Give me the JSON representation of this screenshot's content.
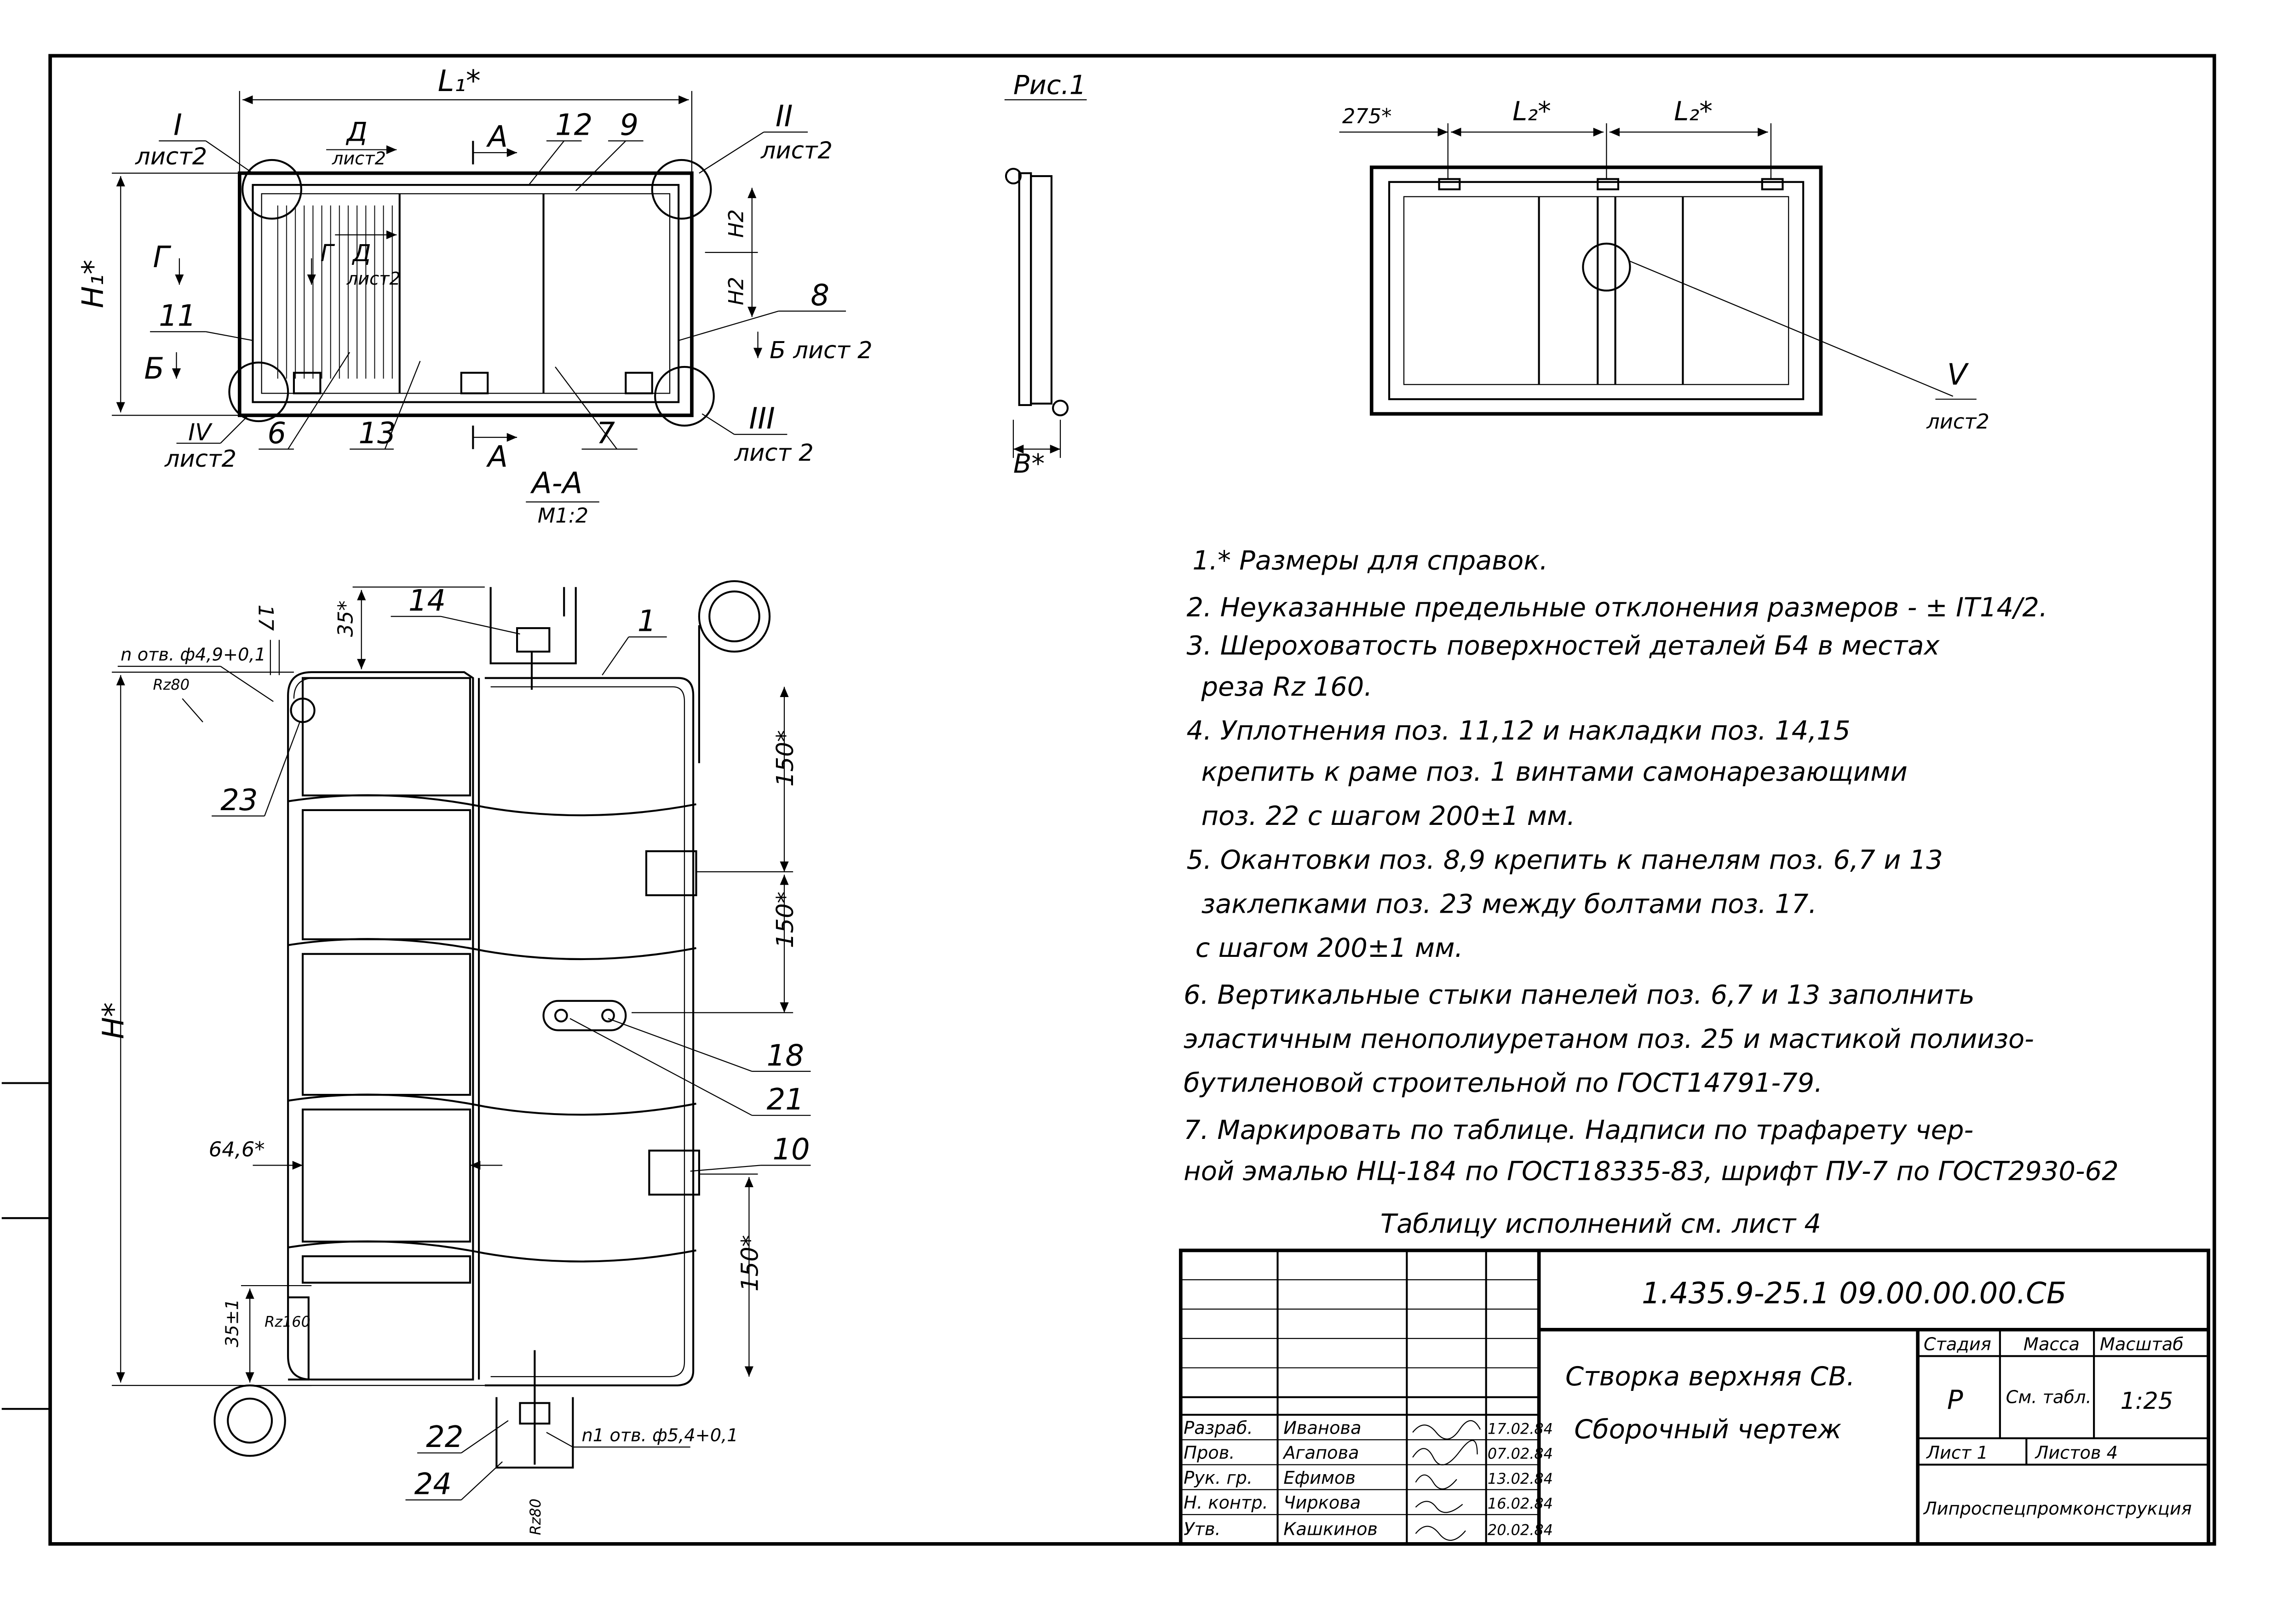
{
  "figure_label": "Рис.1",
  "section_title": "А-А",
  "section_scale": "М1:2",
  "top_view": {
    "dim_L1": "L₁*",
    "dim_H1": "H₁*",
    "dim_H2a": "H2",
    "dim_H2b": "H2",
    "callout_I": "I",
    "callout_II": "II",
    "callout_III": "III",
    "callout_IV": "IV",
    "sheet_ref_I": "лист2",
    "sheet_ref_II": "лист2",
    "sheet_ref_III": "лист 2",
    "sheet_ref_IV": "лист2",
    "view_D": "Д",
    "view_D_sheet": "лист2",
    "view_D2": "Д",
    "view_D2_sheet": "лист2",
    "view_G": "Г",
    "view_G2": "Г",
    "view_B_left": "Б",
    "view_B_right": "Б лист 2",
    "section_A_top": "А",
    "section_A_bottom": "А",
    "pos_12": "12",
    "pos_9": "9",
    "pos_8": "8",
    "pos_11": "11",
    "pos_7": "7",
    "pos_6": "6",
    "pos_13": "13"
  },
  "side_view": {
    "dim_B": "B*"
  },
  "right_view": {
    "dim_275": "275*",
    "dim_L2a": "L₂*",
    "dim_L2b": "L₂*",
    "callout_V": "V",
    "sheet_ref_V": "лист2"
  },
  "section_view": {
    "pos_14": "14",
    "pos_1": "1",
    "pos_17": "17",
    "dim_35": "35*",
    "holes_top": "n отв. ф4,9+0,1",
    "rz80_top": "Rz80",
    "pos_23": "23",
    "dim_H": "H*",
    "dim_150a": "150*",
    "dim_150b": "150*",
    "dim_150c": "150*",
    "pos_18": "18",
    "pos_21": "21",
    "pos_10": "10",
    "dim_64": "64,6*",
    "dim_35b": "35±1",
    "rz160": "Rz160",
    "pos_22": "22",
    "pos_24": "24",
    "holes_bottom": "n1 отв. ф5,4+0,1",
    "rz80_bottom": "Rz80"
  },
  "notes": [
    "1.* Размеры для справок.",
    "2. Неуказанные предельные отклонения размеров - ± IT14/2.",
    "3. Шероховатость поверхностей деталей Б4 в местах",
    "   реза Rz 160.",
    "4. Уплотнения поз. 11,12 и накладки поз. 14,15",
    "   крепить к раме поз. 1 винтами самонарезающими",
    "   поз. 22 с шагом 200±1 мм.",
    "5. Окантовки поз. 8,9 крепить к панелям поз. 6,7 и 13",
    "   заклепками поз. 23 между болтами поз. 17.",
    "   с шагом 200±1 мм.",
    "6. Вертикальные стыки панелей поз. 6,7 и 13 заполнить",
    "эластичным пенополиуретаном поз. 25 и мастикой полиизо-",
    "бутиленовой строительной по ГОСТ14791-79.",
    "7. Маркировать по таблице. Надписи по трафарету чер-",
    "ной эмалью НЦ-184 по ГОСТ18335-83, шрифт ПУ-7 по ГОСТ2930-62"
  ],
  "table_note": "Таблицу исполнений см. лист 4",
  "title_block": {
    "designation": "1.435.9-25.1 09.00.00.00.СБ",
    "name_line1": "Створка верхняя СВ.",
    "name_line2": "Сборочный чертеж",
    "stage_label": "Стадия",
    "mass_label": "Масса",
    "scale_label": "Масштаб",
    "stage_value": "Р",
    "mass_value": "См. табл.",
    "scale_value": "1:25",
    "sheet": "Лист 1",
    "sheets": "Листов 4",
    "organization": "Липроспецпромконструкция",
    "roles": [
      {
        "role": "Разраб.",
        "name": "Иванова",
        "date": "17.02.84"
      },
      {
        "role": "Пров.",
        "name": "Агапова",
        "date": "07.02.84"
      },
      {
        "role": "Рук. гр.",
        "name": "Ефимов",
        "date": "13.02.84"
      },
      {
        "role": "Н. контр.",
        "name": "Чиркова",
        "date": "16.02.84"
      },
      {
        "role": "Утв.",
        "name": "Кашкинов",
        "date": "20.02.84"
      }
    ]
  }
}
